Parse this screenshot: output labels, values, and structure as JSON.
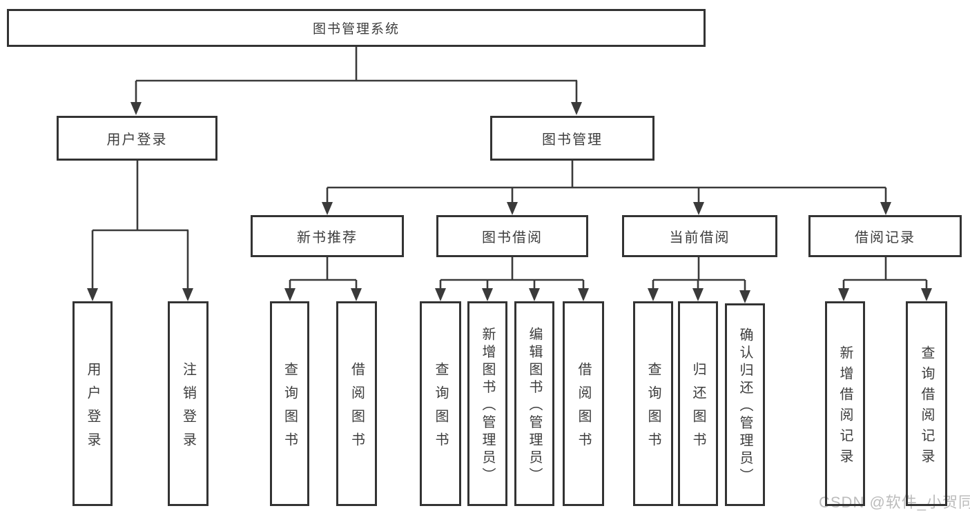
{
  "tree": {
    "root": "图书管理系统",
    "branches": [
      {
        "label": "用户登录",
        "children": [
          "用户登录",
          "注销登录"
        ]
      },
      {
        "label": "图书管理",
        "groups": [
          {
            "label": "新书推荐",
            "children": [
              "查询图书",
              "借阅图书"
            ]
          },
          {
            "label": "图书借阅",
            "children": [
              "查询图书",
              "新增图书（管理员）",
              "编辑图书（管理员）",
              "借阅图书"
            ]
          },
          {
            "label": "当前借阅",
            "children": [
              "查询图书",
              "归还图书",
              "确认归还（管理员）"
            ]
          },
          {
            "label": "借阅记录",
            "children": [
              "新增借阅记录",
              "查询借阅记录"
            ]
          }
        ]
      }
    ]
  },
  "watermark": {
    "text": "CSDN @软件_小贺同学"
  },
  "colors": {
    "line": "#3a3a3a",
    "box_border": "#333333",
    "text": "#3d3d3d",
    "watermark": "#bcbcbc",
    "background": "#ffffff"
  }
}
